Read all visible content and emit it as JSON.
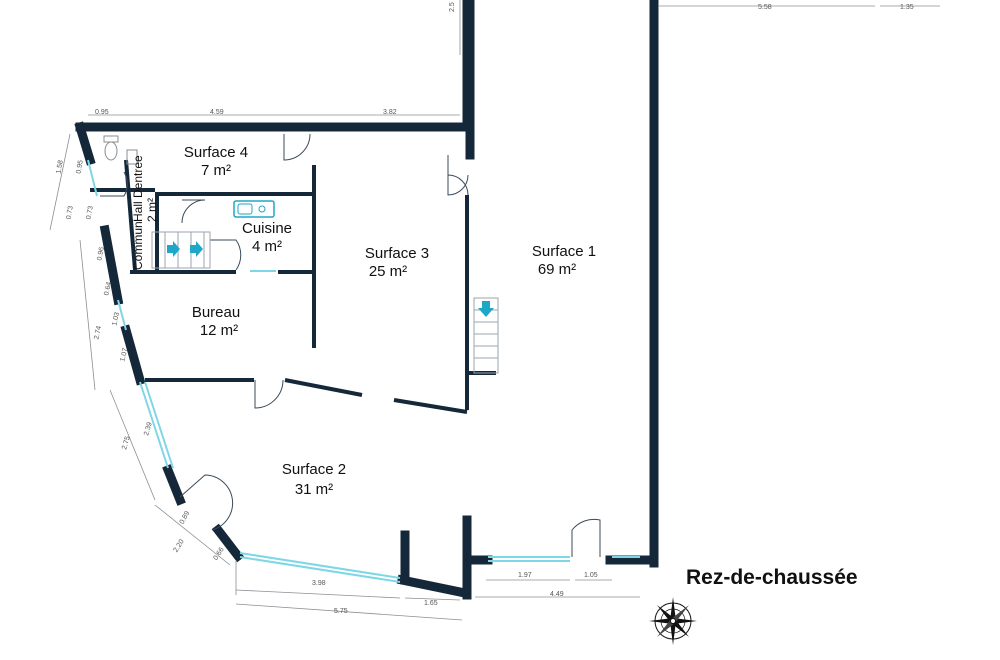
{
  "floor_title": "Rez-de-chaussée",
  "rooms": [
    {
      "name": "Surface 4",
      "area": "7 m²"
    },
    {
      "name": "Cuisine",
      "area": "4 m²"
    },
    {
      "name": "Surface 3",
      "area": "25 m²"
    },
    {
      "name": "Surface 1",
      "area": "69 m²"
    },
    {
      "name": "Bureau",
      "area": "12 m²"
    },
    {
      "name": "Surface 2",
      "area": "31 m²"
    }
  ],
  "small_labels": {
    "commun": "Commun",
    "hall": "Hall Dentree",
    "hall_area": "2 m²"
  },
  "dimensions": {
    "top_a": "2.5",
    "top_b": "5.58",
    "top_c": "1.35",
    "row_a": "0.95",
    "row_b": "4.59",
    "row_c": "3.82",
    "left_a": "1.58",
    "left_b": "0.95",
    "left_c": "0.73",
    "left_d": "0.73",
    "left_e": "0.96",
    "left_f": "0.64",
    "left_g": "1.03",
    "left_h": "2.74",
    "left_i": "1.07",
    "left_j": "2.75",
    "left_k": "2.39",
    "left_l": "0.89",
    "left_m": "2.20",
    "left_n": "0.66",
    "bottom_a": "3.98",
    "bottom_b": "5.75",
    "bottom_c": "1.65",
    "bottom_d": "1.97",
    "bottom_e": "1.05",
    "bottom_f": "4.49"
  },
  "icons": {
    "compass": "compass-rose-icon",
    "stairs": "stairs-icon",
    "sink": "sink-icon",
    "toilet": "toilet-icon",
    "down_arrow": "down-arrow-icon",
    "right_arrow": "right-arrow-icon"
  },
  "colors": {
    "wall": "#15283a",
    "window": "#7fd6e6",
    "arrow": "#1ea7c6"
  }
}
